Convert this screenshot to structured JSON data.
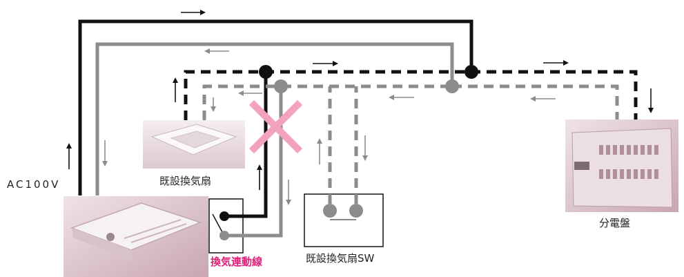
{
  "labels": {
    "power_source": "AC100V",
    "existing_fan": "既設換気扇",
    "interlock_wire": "換気連動線",
    "existing_fan_switch": "既設換気扇SW",
    "distribution_board": "分電盤"
  },
  "colors": {
    "live_wire": "#111111",
    "neutral_wire": "#8c8c8c",
    "cross_mark": "#f4a0bf",
    "interlock_label": "#e0207a",
    "appliance_tint": "#d9c0c8"
  }
}
